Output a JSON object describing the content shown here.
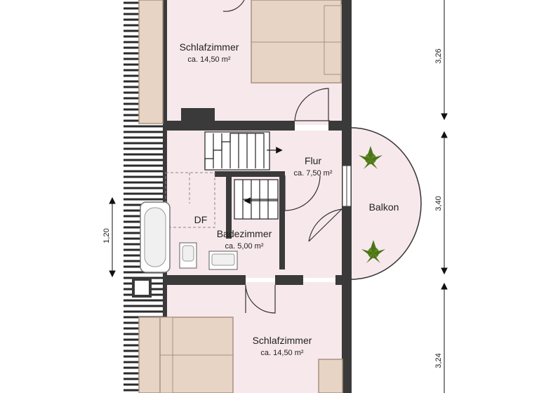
{
  "rooms": {
    "bedroom_top": {
      "name": "Schlafzimmer",
      "area": "ca. 14,50 m²"
    },
    "flur": {
      "name": "Flur",
      "area": "ca. 7,50 m²"
    },
    "balkon": {
      "name": "Balkon"
    },
    "df": {
      "name": "DF"
    },
    "bad": {
      "name": "Badezimmer",
      "area": "ca. 5,00 m²"
    },
    "bedroom_bottom": {
      "name": "Schlafzimmer",
      "area": "ca. 14,50 m²"
    }
  },
  "dimensions": {
    "right_top": "3,26",
    "right_middle": "3,40",
    "right_bottom": "3,24",
    "left_window": "1,20"
  },
  "colors": {
    "floor": "#f7e8ec",
    "wall": "#3a3a3a",
    "furniture": "#e7d4c4",
    "furniture_stroke": "#a7927f",
    "plant": "#5c8a1f"
  }
}
